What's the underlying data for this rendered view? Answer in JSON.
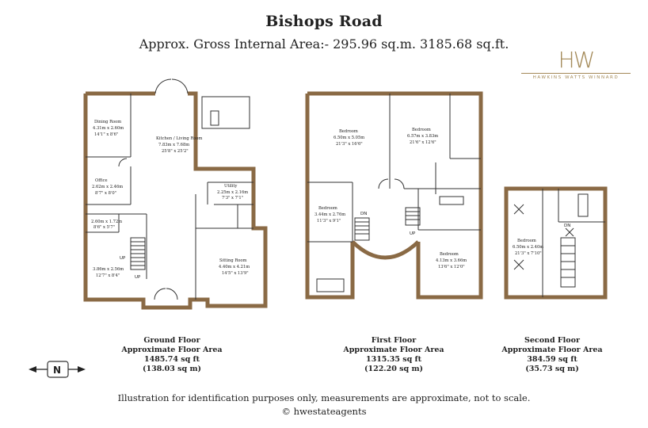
{
  "title": "Bishops Road",
  "subtitle": "Approx. Gross Internal Area:- 295.96 sq.m. 3185.68 sq.ft.",
  "logo": {
    "mark": "HW",
    "text": "HAWKINS WATTS WINNARD"
  },
  "colors": {
    "wall": "#8a6a45",
    "wall_fill": "#ffffff",
    "line": "#333333",
    "logo": "#a48a59"
  },
  "floors": [
    {
      "name": "Ground Floor",
      "label": "Approximate Floor Area",
      "sqft": "1485.74 sq ft",
      "sqm": "(138.03 sq m)"
    },
    {
      "name": "First Floor",
      "label": "Approximate Floor Area",
      "sqft": "1315.35 sq ft",
      "sqm": "(122.20 sq m)"
    },
    {
      "name": "Second Floor",
      "label": "Approximate Floor Area",
      "sqft": "384.59 sq ft",
      "sqm": "(35.73 sq m)"
    }
  ],
  "rooms": {
    "dining": {
      "name": "Dining Room",
      "metric": "4.31m x 2.60m",
      "imperial": "14'1\" x 8'6\""
    },
    "kitchen": {
      "name": "Kitchen / Living Room",
      "metric": "7.83m x 7.68m",
      "imperial": "25'8\" x 25'2\""
    },
    "office": {
      "name": "Office",
      "metric": "2.62m x 2.46m",
      "imperial": "8'7\" x 8'0\""
    },
    "utility": {
      "name": "Utility",
      "metric": "2.25m x 2.16m",
      "imperial": "7'3\" x 7'1\""
    },
    "gf_small": {
      "metric": "2.60m x 1.72m",
      "imperial": "8'6\" x 5'7\""
    },
    "gf_room": {
      "metric": "3.86m x 2.56m",
      "imperial": "12'7\" x 8'4\""
    },
    "sitting": {
      "name": "Sitting Room",
      "metric": "4.40m x 4.21m",
      "imperial": "14'5\" x 13'9\""
    },
    "ff_bed1": {
      "name": "Bedroom",
      "metric": "6.50m x 5.05m",
      "imperial": "21'3\" x 16'6\""
    },
    "ff_bed2": {
      "name": "Bedroom",
      "metric": "6.57m x 3.83m",
      "imperial": "21'6\" x 12'6\""
    },
    "ff_bed3": {
      "name": "Bedroom",
      "metric": "3.44m x 2.76m",
      "imperial": "11'3\" x 9'1\""
    },
    "ff_bed4": {
      "name": "Bedroom",
      "metric": "4.13m x 3.66m",
      "imperial": "13'6\" x 12'0\""
    },
    "sf_bed": {
      "name": "Bedroom",
      "metric": "6.50m x 2.40m",
      "imperial": "21'3\" x 7'10\""
    }
  },
  "marks": {
    "up": "UP",
    "dn": "DN",
    "compass": "N"
  },
  "footer": "Illustration for identification purposes only, measurements are approximate, not to scale.",
  "copyright": "© hwestateagents"
}
